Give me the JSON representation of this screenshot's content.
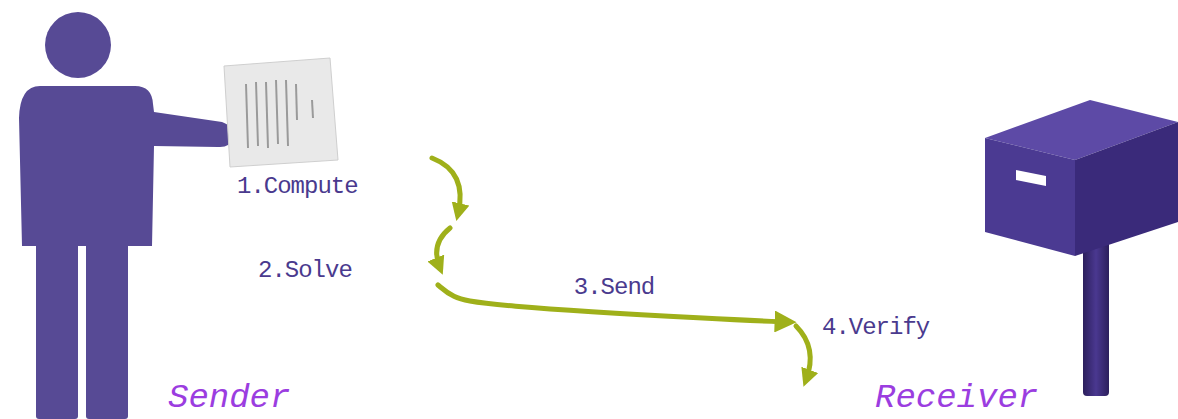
{
  "diagram": {
    "nodes": [
      {
        "text": [
          "Sender"
        ]
      },
      {
        "text": [
          "Receiver"
        ]
      }
    ],
    "edges": [
      {
        "from": 0,
        "to": 1,
        "arrow": "to",
        "label": "3.Send"
      }
    ],
    "labels": [
      "1.Compute",
      "2.Solve",
      "4.Verify"
    ]
  }
}
